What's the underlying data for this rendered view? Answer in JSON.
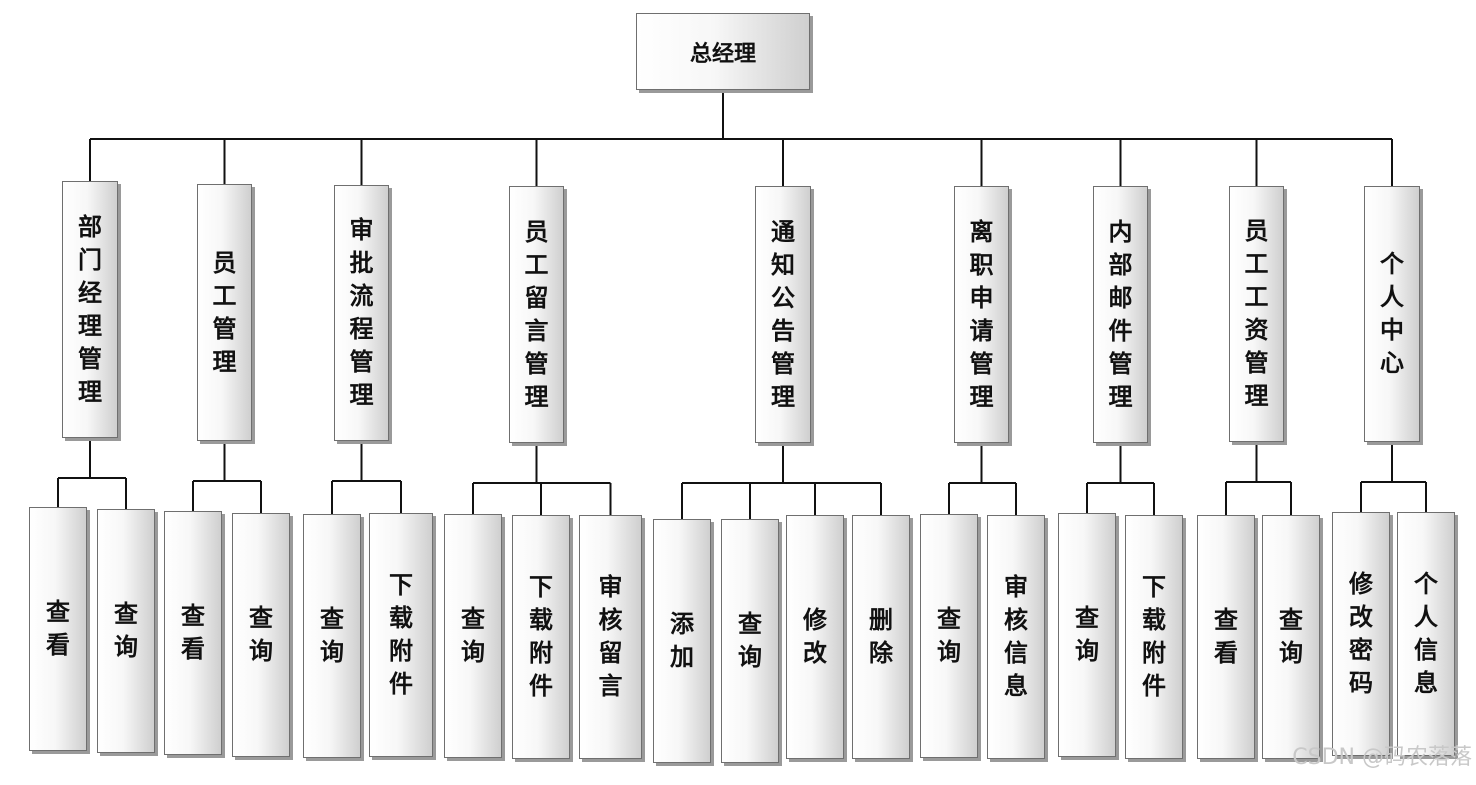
{
  "root": "总经理",
  "modules": [
    {
      "label": "部门经理管理",
      "children": [
        "查看",
        "查询"
      ]
    },
    {
      "label": "员工管理",
      "children": [
        "查看",
        "查询"
      ]
    },
    {
      "label": "审批流程管理",
      "children": [
        "查询",
        "下载附件"
      ]
    },
    {
      "label": "员工留言管理",
      "children": [
        "查询",
        "下载附件",
        "审核留言"
      ]
    },
    {
      "label": "通知公告管理",
      "children": [
        "添加",
        "查询",
        "修改",
        "删除"
      ]
    },
    {
      "label": "离职申请管理",
      "children": [
        "查询",
        "审核信息"
      ]
    },
    {
      "label": "内部邮件管理",
      "children": [
        "查询",
        "下载附件"
      ]
    },
    {
      "label": "员工工资管理",
      "children": [
        "查看",
        "查询"
      ]
    },
    {
      "label": "个人中心",
      "children": [
        "修改密码",
        "个人信息"
      ]
    }
  ],
  "watermark": "CSDN @码农落落"
}
